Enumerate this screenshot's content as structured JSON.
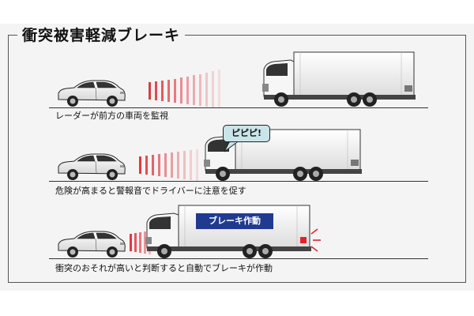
{
  "title": "衝突被害軽減ブレーキ",
  "rows": [
    {
      "caption": "レーダーが前方の車両を監視"
    },
    {
      "caption": "危険が高まると警報音でドライバーに注意を促す",
      "bubble": "ピピピ!"
    },
    {
      "caption": "衝突のおそれが高いと判断すると自動でブレーキが作動",
      "label": "ブレーキ作動"
    }
  ],
  "colors": {
    "radar": "#e0232c",
    "label_bg": "#1f3a8f",
    "bubble_bg": "#c9e5ea",
    "brake_light": "#e0232c"
  }
}
